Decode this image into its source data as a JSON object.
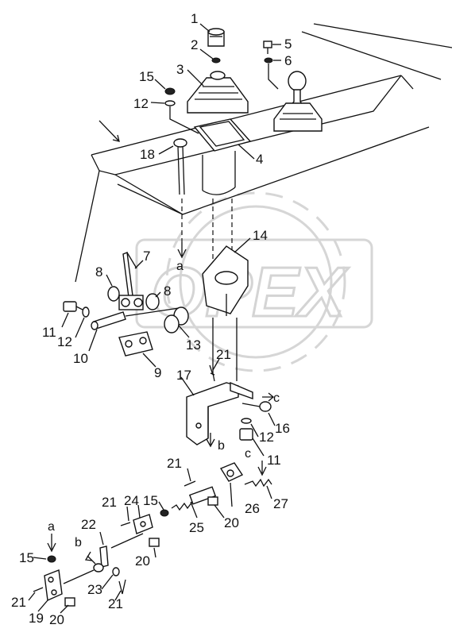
{
  "watermark": {
    "text": "OPEX"
  },
  "callouts": [
    {
      "id": "1",
      "text": "1"
    },
    {
      "id": "2",
      "text": "2"
    },
    {
      "id": "3",
      "text": "3"
    },
    {
      "id": "4",
      "text": "4"
    },
    {
      "id": "5",
      "text": "5"
    },
    {
      "id": "6",
      "text": "6"
    },
    {
      "id": "7",
      "text": "7"
    },
    {
      "id": "8a",
      "text": "8"
    },
    {
      "id": "8b",
      "text": "8"
    },
    {
      "id": "9",
      "text": "9"
    },
    {
      "id": "10",
      "text": "10"
    },
    {
      "id": "11a",
      "text": "11"
    },
    {
      "id": "11b",
      "text": "11"
    },
    {
      "id": "12a",
      "text": "12"
    },
    {
      "id": "12b",
      "text": "12"
    },
    {
      "id": "12c",
      "text": "12"
    },
    {
      "id": "13",
      "text": "13"
    },
    {
      "id": "14",
      "text": "14"
    },
    {
      "id": "15a",
      "text": "15"
    },
    {
      "id": "15b",
      "text": "15"
    },
    {
      "id": "15c",
      "text": "15"
    },
    {
      "id": "16",
      "text": "16"
    },
    {
      "id": "17",
      "text": "17"
    },
    {
      "id": "18",
      "text": "18"
    },
    {
      "id": "19",
      "text": "19"
    },
    {
      "id": "20a",
      "text": "20"
    },
    {
      "id": "20b",
      "text": "20"
    },
    {
      "id": "20c",
      "text": "20"
    },
    {
      "id": "21a",
      "text": "21"
    },
    {
      "id": "21b",
      "text": "21"
    },
    {
      "id": "21c",
      "text": "21"
    },
    {
      "id": "21d",
      "text": "21"
    },
    {
      "id": "21e",
      "text": "21"
    },
    {
      "id": "22",
      "text": "22"
    },
    {
      "id": "23",
      "text": "23"
    },
    {
      "id": "24",
      "text": "24"
    },
    {
      "id": "25",
      "text": "25"
    },
    {
      "id": "26",
      "text": "26"
    },
    {
      "id": "27",
      "text": "27"
    }
  ],
  "refs": [
    {
      "id": "a1",
      "text": "a"
    },
    {
      "id": "a2",
      "text": "a"
    },
    {
      "id": "b1",
      "text": "b"
    },
    {
      "id": "b2",
      "text": "b"
    },
    {
      "id": "c1",
      "text": "c"
    },
    {
      "id": "c2",
      "text": "c"
    }
  ]
}
